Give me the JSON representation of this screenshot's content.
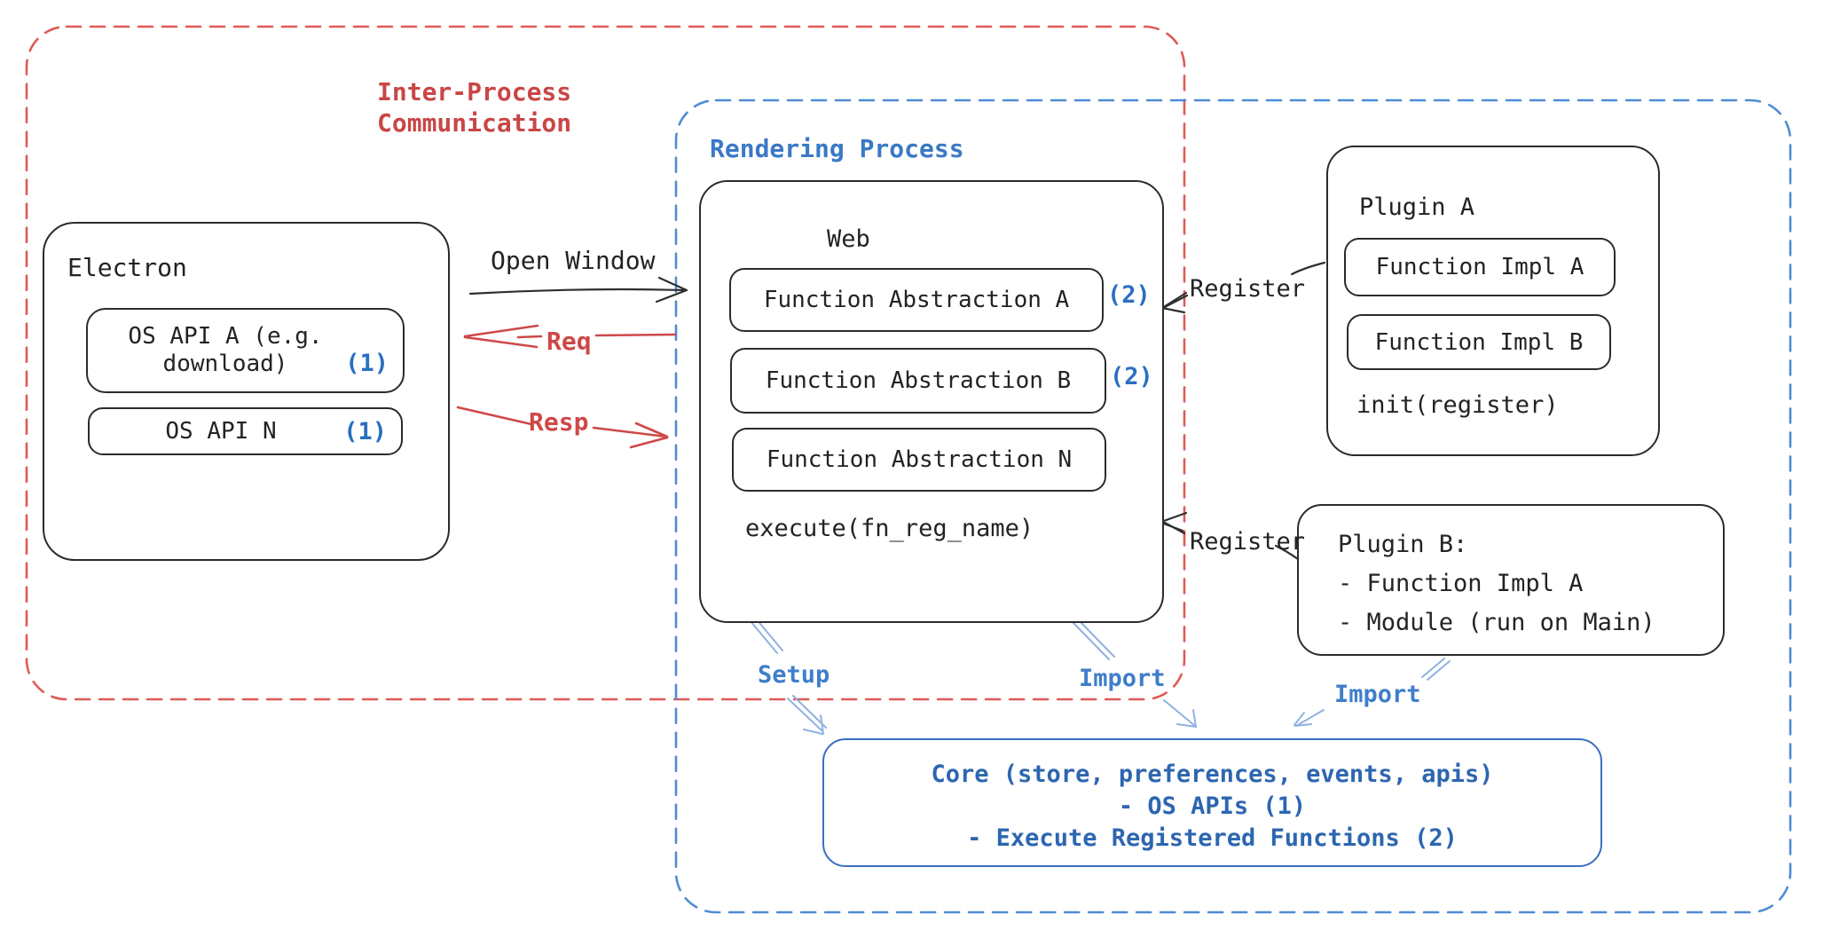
{
  "colors": {
    "red_label": "#c94646",
    "red_dash": "#df5a56",
    "red_arrow": "#cf4848",
    "blue_label": "#3a79c6",
    "blue_dash": "#4f8cd5",
    "blue_core": "#2d66b0",
    "blue_badge": "#2a6fc2",
    "blue_arrow": "#8fb2e0",
    "ink": "#2b2b2b"
  },
  "ipc": {
    "label": "Inter-Process\nCommunication"
  },
  "rendering": {
    "label": "Rendering Process"
  },
  "electron": {
    "title": "Electron",
    "apis": [
      {
        "text": "OS API A (e.g. download)",
        "badge": "(1)"
      },
      {
        "text": "OS API N",
        "badge": "(1)"
      }
    ]
  },
  "web": {
    "title": "Web",
    "abstractions": [
      {
        "text": "Function Abstraction A",
        "badge": "(2)"
      },
      {
        "text": "Function Abstraction B",
        "badge": "(2)"
      },
      {
        "text": "Function Abstraction N",
        "badge": ""
      }
    ],
    "execute": "execute(fn_reg_name)"
  },
  "plugin_a": {
    "title": "Plugin A",
    "impls": [
      "Function Impl A",
      "Function Impl B"
    ],
    "init": "init(register)"
  },
  "plugin_b": {
    "lines": [
      "Plugin B:",
      "- Function Impl A",
      "- Module (run on Main)"
    ]
  },
  "core": {
    "lines": [
      "Core (store, preferences, events, apis)",
      "- OS APIs (1)",
      "- Execute Registered Functions (2)"
    ]
  },
  "arrows": {
    "open_window": "Open Window",
    "req": "Req",
    "resp": "Resp",
    "register_a": "Register",
    "register_b": "Register",
    "setup": "Setup",
    "import_web": "Import",
    "import_plugin": "Import"
  }
}
